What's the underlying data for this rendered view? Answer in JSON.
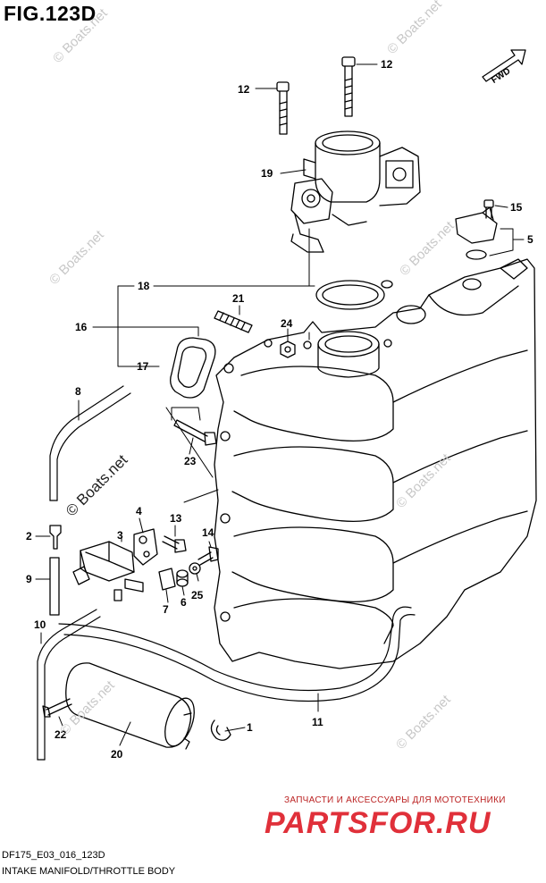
{
  "figure": {
    "title": "FIG.123D",
    "code": "DF175_E03_016_123D",
    "caption": "INTAKE MANIFOLD/THROTTLE BODY",
    "fwd_label": "FWD"
  },
  "callouts": [
    {
      "id": "c1",
      "label": "1"
    },
    {
      "id": "c2",
      "label": "2"
    },
    {
      "id": "c3",
      "label": "3"
    },
    {
      "id": "c4",
      "label": "4"
    },
    {
      "id": "c5",
      "label": "5"
    },
    {
      "id": "c6",
      "label": "6"
    },
    {
      "id": "c7",
      "label": "7"
    },
    {
      "id": "c8",
      "label": "8"
    },
    {
      "id": "c9",
      "label": "9"
    },
    {
      "id": "c10",
      "label": "10"
    },
    {
      "id": "c11",
      "label": "11"
    },
    {
      "id": "c12a",
      "label": "12"
    },
    {
      "id": "c12b",
      "label": "12"
    },
    {
      "id": "c13",
      "label": "13"
    },
    {
      "id": "c14",
      "label": "14"
    },
    {
      "id": "c15",
      "label": "15"
    },
    {
      "id": "c16",
      "label": "16"
    },
    {
      "id": "c17",
      "label": "17"
    },
    {
      "id": "c18",
      "label": "18"
    },
    {
      "id": "c19",
      "label": "19"
    },
    {
      "id": "c20",
      "label": "20"
    },
    {
      "id": "c21",
      "label": "21"
    },
    {
      "id": "c22",
      "label": "22"
    },
    {
      "id": "c23",
      "label": "23"
    },
    {
      "id": "c24",
      "label": "24"
    },
    {
      "id": "c25",
      "label": "25"
    }
  ],
  "watermarks": {
    "faint": "© Boats.net",
    "main": "© Boats.net"
  },
  "branding": {
    "tagline": "ЗАПЧАСТИ И АКСЕССУАРЫ ДЛЯ МОТОТЕХНИКИ",
    "logo": "PARTSFOR.RU",
    "logo_color": "#e0303a"
  }
}
